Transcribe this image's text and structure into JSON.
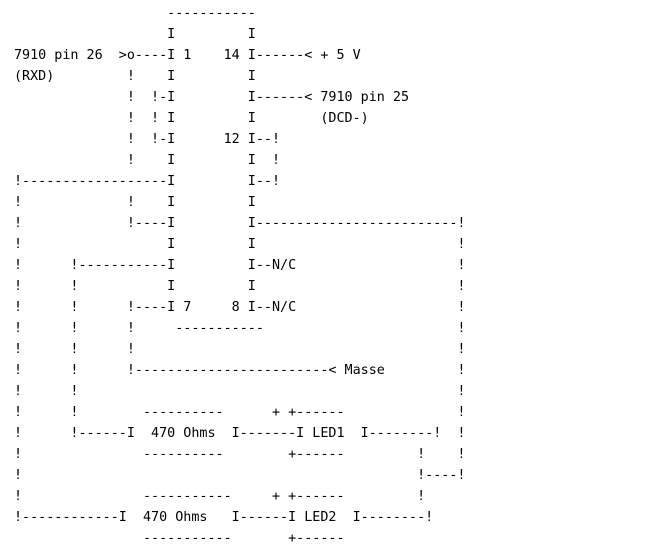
{
  "diagram": {
    "lines": [
      "                   -----------",
      "                   I         I",
      "7910 pin 26  >o----I 1    14 I------< + 5 V",
      "(RXD)         !    I         I",
      "              !  !-I         I------< 7910 pin 25",
      "              !  ! I         I        (DCD-)",
      "              !  !-I      12 I--!",
      "              !    I         I  !",
      "!------------------I         I--!",
      "!             !    I         I",
      "!             !----I         I-------------------------!",
      "!                  I         I                         !",
      "!      !-----------I         I--N/C                    !",
      "!      !           I         I                         !",
      "!      !      !----I 7     8 I--N/C                    !",
      "!      !      !     -----------                        !",
      "!      !      !                                        !",
      "!      !      !------------------------< Masse         !",
      "!      !                                               !",
      "!      !        ----------      + +------              !",
      "!      !------I  470 Ohms  I-------I LED1  I--------!  !",
      "!               ----------        +------         !    !",
      "!                                                 !----!",
      "!               -----------     + +------         !",
      "!------------I  470 Ohms   I------I LED2  I--------!",
      "                -----------       +------"
    ]
  }
}
